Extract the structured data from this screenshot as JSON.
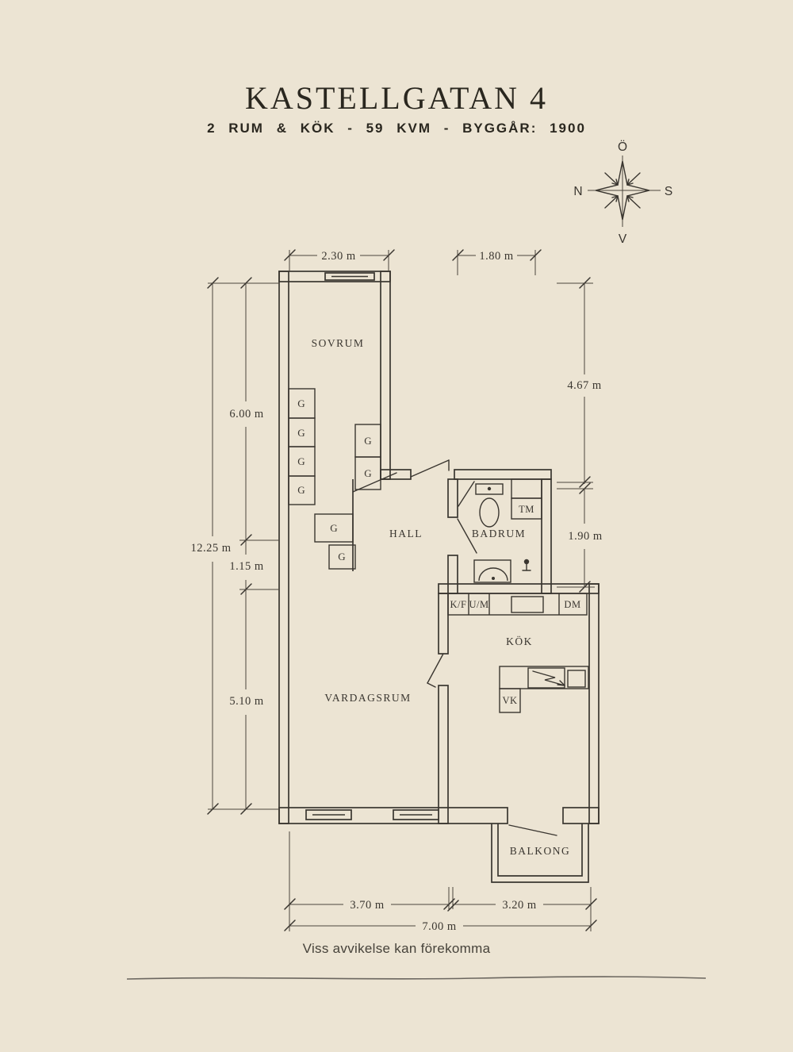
{
  "header": {
    "title": "KASTELLGATAN 4",
    "subtitle": "2 RUM & KÖK - 59 KVM - BYGGÅR: 1900"
  },
  "compass": {
    "top": "Ö",
    "right": "S",
    "bottom": "V",
    "left": "N"
  },
  "rooms": {
    "sovrum": "SOVRUM",
    "hall": "HALL",
    "badrum": "BADRUM",
    "kok": "KÖK",
    "vardagsrum": "VARDAGSRUM",
    "balkong": "BALKONG"
  },
  "fixtures": {
    "wardrobe": "G",
    "washing_machine": "TM",
    "fridge_freezer": "K/F",
    "oven_micro": "U/M",
    "dishwasher": "DM",
    "vk": "VK"
  },
  "dimensions": {
    "sovrum_width": "2.30 m",
    "badrum_width": "1.80 m",
    "right_upper": "4.67 m",
    "right_lower": "1.90 m",
    "left_total": "12.25 m",
    "left_upper": "6.00 m",
    "left_middle": "1.15 m",
    "left_lower": "5.10 m",
    "bottom_left": "3.70 m",
    "bottom_right": "3.20 m",
    "bottom_total": "7.00 m"
  },
  "footer": {
    "disclaimer": "Viss avvikelse kan förekomma"
  },
  "colors": {
    "background": "#ece4d3",
    "ink": "#3a3630"
  }
}
